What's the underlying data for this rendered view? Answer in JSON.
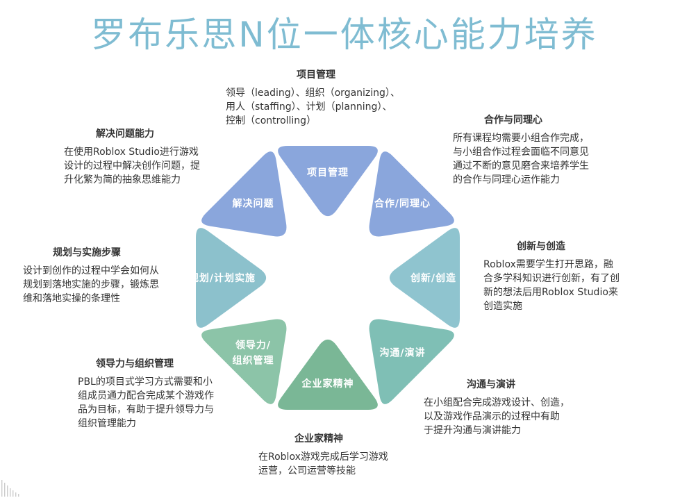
{
  "title": "罗布乐思N位一体核心能力培养",
  "segments": [
    {
      "label": "项目管理",
      "color": "#8aa6dc"
    },
    {
      "label": "合作/同理心",
      "color": "#8aa6dc"
    },
    {
      "label": "创新/创造",
      "color": "#8fc4cf"
    },
    {
      "label": "沟通/演讲",
      "color": "#7fbfb5"
    },
    {
      "label": "企业家精神",
      "color": "#7ab796"
    },
    {
      "label": "领导力/组织管理",
      "color": "#8cc4a8"
    },
    {
      "label": "规划/计划实施",
      "color": "#8cc1cc"
    },
    {
      "label": "解决问题",
      "color": "#8aa6dc"
    }
  ],
  "descriptions": {
    "project": {
      "heading": "项目管理",
      "body": "领导（leading）、组织（organizing）、\n用人（staffing）、计划（planning）、\n控制（controlling）"
    },
    "cooperation": {
      "heading": "合作与同理心",
      "body": "所有课程均需要小组合作完成，\n与小组合作过程会面临不同意见\n通过不断的意见磨合来培养学生\n的合作与同理心运作能力"
    },
    "innovation": {
      "heading": "创新与创造",
      "body": "Roblox需要学生打开思路，融\n合多学科知识进行创新，有了创\n新的想法后用Roblox Studio来\n创造实施"
    },
    "communication": {
      "heading": "沟通与演讲",
      "body": "在小组配合完成游戏设计、创造，\n以及游戏作品演示的过程中有助\n于提升沟通与演讲能力"
    },
    "entrepreneurship": {
      "heading": "企业家精神",
      "body": "在Roblox游戏完成后学习游戏\n运营，公司运营等技能"
    },
    "leadership": {
      "heading": "领导力与组织管理",
      "body": "PBL的项目式学习方式需要和小\n组成员通力配合完成某个游戏作\n品为目标，有助于提升领导力与\n组织管理能力"
    },
    "planning": {
      "heading": "规划与实施步骤",
      "body": "设计到创作的过程中学会如何从\n规划到落地实施的步骤，锻炼思\n维和落地实操的条理性"
    },
    "problem": {
      "heading": "解决问题能力",
      "body": "在使用Roblox Studio进行游戏\n设计的过程中解决创作问题，提\n升化繁为简的抽象思维能力"
    }
  }
}
